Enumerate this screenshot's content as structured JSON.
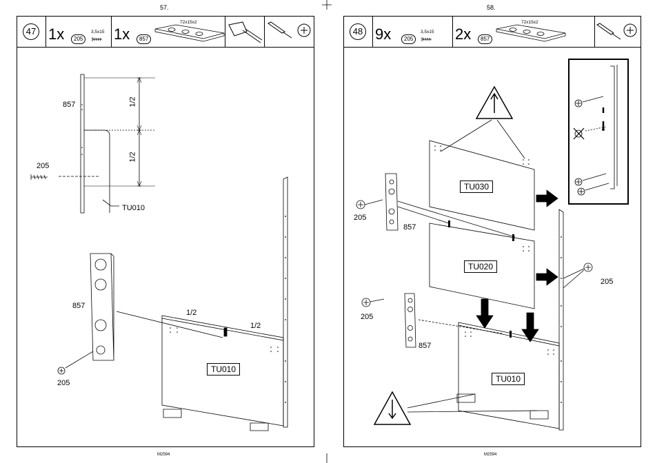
{
  "left_page": {
    "page_number": "57.",
    "footer": "M2594",
    "step": "47",
    "parts": [
      {
        "qty": "1x",
        "code": "205",
        "spec": "3,5x15"
      },
      {
        "qty": "1x",
        "code": "857",
        "spec": "72x15x2"
      }
    ],
    "labels": {
      "part_857_top": "857",
      "half_upper": "1/2",
      "half_lower": "1/2",
      "screw_205_top": "205",
      "panel_ref": "TU010",
      "part_857_mid": "857",
      "half_a": "1/2",
      "half_b": "1/2",
      "screw_205_bottom": "205",
      "panel_box": "TU010"
    }
  },
  "right_page": {
    "page_number": "58.",
    "footer": "M2594",
    "step": "48",
    "parts": [
      {
        "qty": "9x",
        "code": "205",
        "spec": "3,5x15"
      },
      {
        "qty": "2x",
        "code": "857",
        "spec": "72x15x2"
      }
    ],
    "labels": {
      "panel_top": "TU030",
      "panel_mid": "TU020",
      "panel_bottom": "TU010",
      "screw_left_top": "205",
      "strip_top": "857",
      "screw_right": "205",
      "screw_left_bottom": "205",
      "strip_bottom": "857"
    }
  }
}
